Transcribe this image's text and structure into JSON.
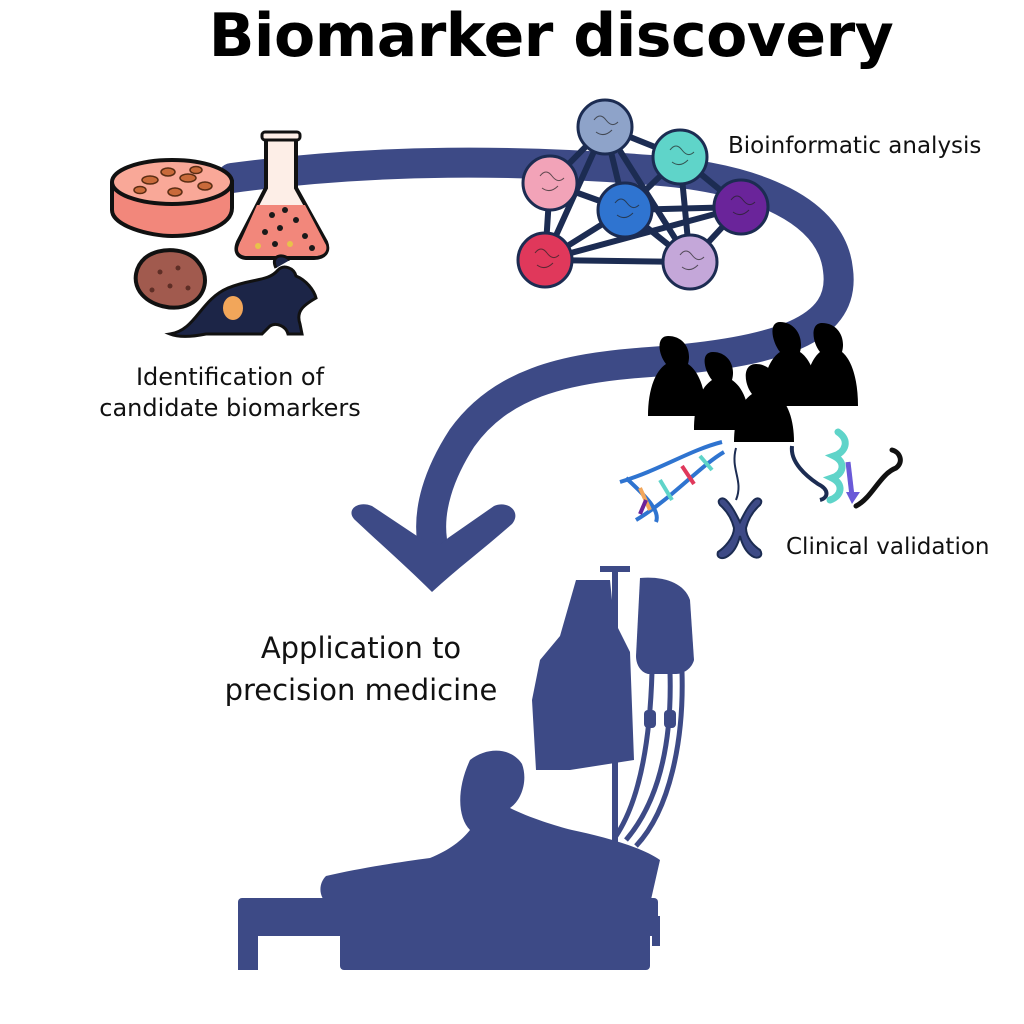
{
  "title": "Biomarker discovery",
  "steps": {
    "identification": {
      "line1": "Identification of",
      "line2": "candidate biomarkers"
    },
    "bioinformatic": {
      "label": "Bioinformatic analysis"
    },
    "clinical": {
      "label": "Clinical validation"
    },
    "application": {
      "line1": "Application to",
      "line2": "precision medicine"
    }
  },
  "colors": {
    "path": "#3d4a86",
    "silhouette": "#3d4a86",
    "people": "#000000",
    "dish": "#f2877b",
    "mouse": "#1c2547",
    "tumor": "#f2a65a",
    "nodes": [
      "#8ea3c9",
      "#5fd4c9",
      "#f2a3b8",
      "#2f74d0",
      "#6a249a",
      "#e0385b",
      "#c4a7d9"
    ]
  },
  "icons": [
    "petri-dish-icon",
    "flask-icon",
    "tissue-icon",
    "mouse-icon",
    "network-icon",
    "people-icon",
    "dna-icon",
    "chromosome-icon",
    "protein-icon",
    "patient-icon",
    "iv-bag-icon"
  ]
}
